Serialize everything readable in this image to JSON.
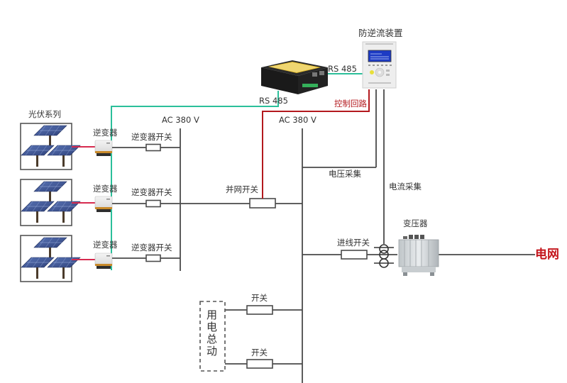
{
  "title": "防逆流系统接线示意图",
  "colors": {
    "power_line": "#4a4a4a",
    "rs485_line": "#2bbf9a",
    "control_line": "#b3191e",
    "dc_line": "#d62b4f",
    "grid_label": "#c4161c"
  },
  "devices": {
    "anti_backflow_device": {
      "label": "防逆流装置",
      "icon": "protection-relay-icon"
    },
    "data_gateway": {
      "label": "",
      "icon": "communication-gateway-icon"
    },
    "transformer": {
      "label": "变压器",
      "icon": "transformer-icon"
    },
    "current_transformer": {
      "icon": "current-transformer-icon"
    },
    "grid": {
      "label": "电网"
    },
    "load": {
      "label": "用电总动"
    }
  },
  "pv": {
    "series_label": "光伏系列",
    "strings": [
      {
        "panel_icon": "solar-panel-array-icon",
        "inverter_label": "逆变器",
        "switch_label": "逆变器开关"
      },
      {
        "panel_icon": "solar-panel-array-icon",
        "inverter_label": "逆变器",
        "switch_label": "逆变器开关"
      },
      {
        "panel_icon": "solar-panel-array-icon",
        "inverter_label": "逆变器",
        "switch_label": "逆变器开关"
      }
    ]
  },
  "buses": {
    "pv_bus": "AC  380 V",
    "main_bus": "AC  380 V"
  },
  "switches": {
    "grid_tie": "并网开关",
    "incoming": "进线开关",
    "load_1": "开关",
    "load_2": "开关"
  },
  "signals": {
    "rs485_top": "RS 485",
    "rs485_mid": "RS 485",
    "control_loop": "控制回路",
    "voltage_sampling": "电压采集",
    "current_sampling": "电流采集"
  }
}
